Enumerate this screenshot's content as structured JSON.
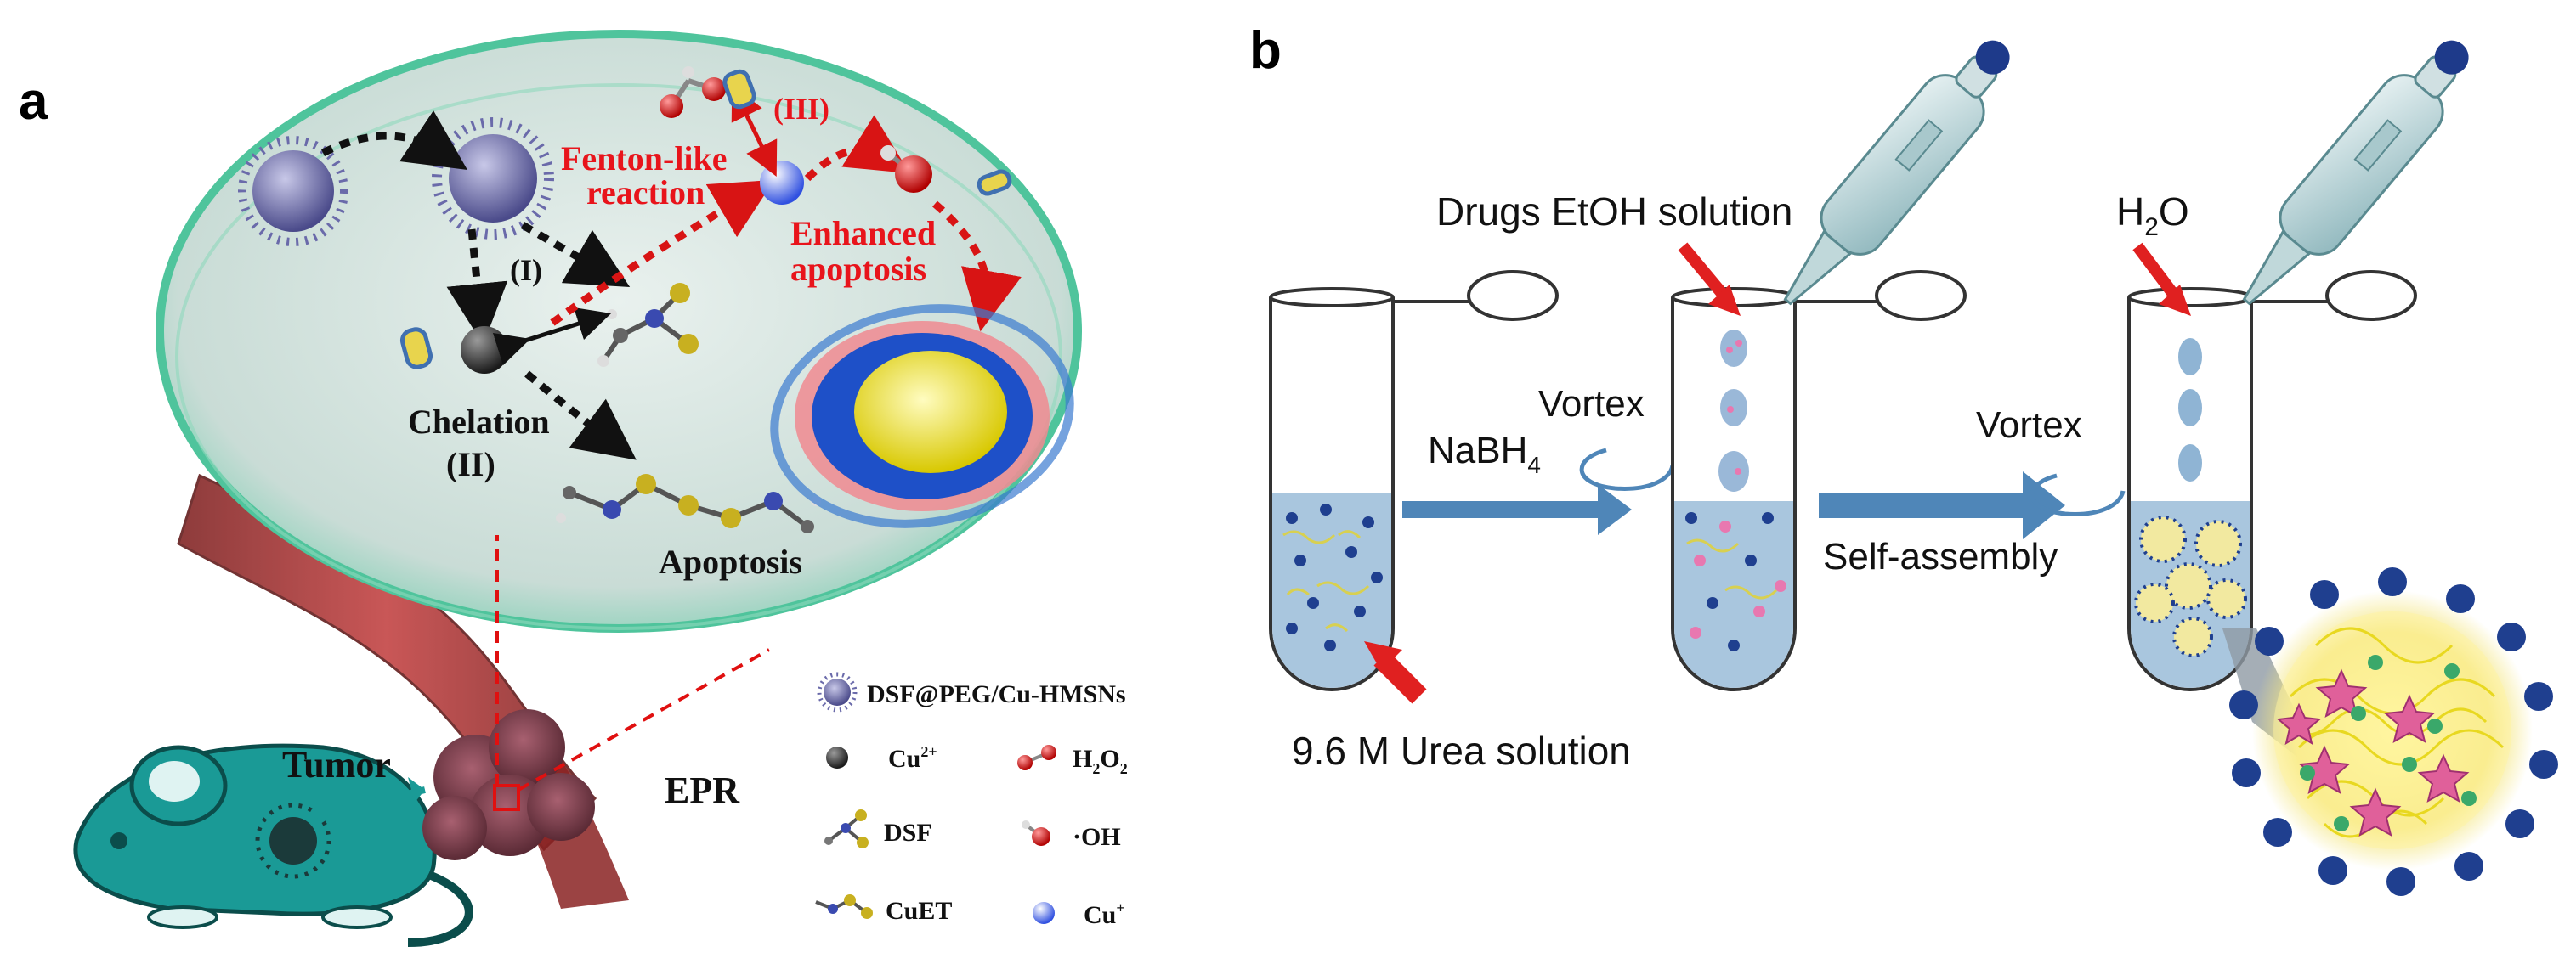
{
  "panel_a": {
    "label": "a",
    "step_I": "(I)",
    "step_II": "(II)",
    "step_III": "(III)",
    "fenton_line1": "Fenton-like",
    "fenton_line2": "reaction",
    "enhanced_line1": "Enhanced",
    "enhanced_line2": "apoptosis",
    "chelation": "Chelation",
    "apoptosis": "Apoptosis",
    "tumor": "Tumor",
    "epr": "EPR",
    "legend": [
      {
        "key": "nanoparticle",
        "text": "DSF@PEG/Cu-HMSNs"
      },
      {
        "key": "cu2",
        "text": "Cu",
        "sup": "2+"
      },
      {
        "key": "h2o2",
        "text": "H",
        "sub1": "2",
        "text2": "O",
        "sub2": "2"
      },
      {
        "key": "dsf",
        "text": "DSF"
      },
      {
        "key": "oh",
        "text": "·OH"
      },
      {
        "key": "cuet",
        "text": "CuET"
      },
      {
        "key": "cu1",
        "text": "Cu",
        "sup": "+"
      }
    ],
    "colors": {
      "red_text": "#e8141b",
      "cell_edge": "#5fd0a8",
      "cell_fill": "#d9e6e2",
      "mouse": "#1a9a96"
    }
  },
  "panel_b": {
    "label": "b",
    "drugs_label": "Drugs EtOH solution",
    "water_main": "H",
    "water_sub": "2",
    "water_tail": "O",
    "vortex1": "Vortex",
    "vortex2": "Vortex",
    "reagent_main": "NaBH",
    "reagent_sub": "4",
    "self_assembly": "Self-assembly",
    "urea": "9.6 M Urea solution",
    "colors": {
      "arrow": "#4f86b8",
      "liquid": "#a9c6de",
      "red_arrow": "#e02020",
      "dot": "#1f3f8f"
    }
  }
}
